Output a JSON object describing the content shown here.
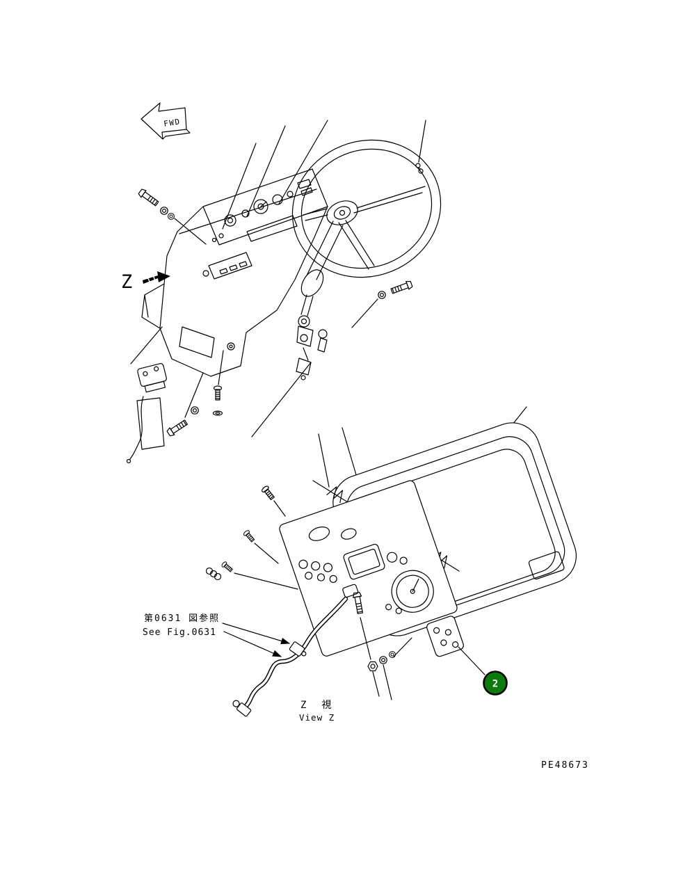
{
  "page": {
    "background": "#ffffff",
    "line_color": "#000000"
  },
  "markers": {
    "fwd_arrow_label": "FWD",
    "view_arrow_label": "Z"
  },
  "reference_note": {
    "jp": "第0631 図参照",
    "en": "See Fig.0631"
  },
  "view_caption": {
    "jp": "Z　視",
    "en": "View Z"
  },
  "callout": {
    "number": "2",
    "fill": "#0d7a0d",
    "ring": "#000000",
    "text_color": "#ffffff"
  },
  "drawing_number": "PE48673"
}
